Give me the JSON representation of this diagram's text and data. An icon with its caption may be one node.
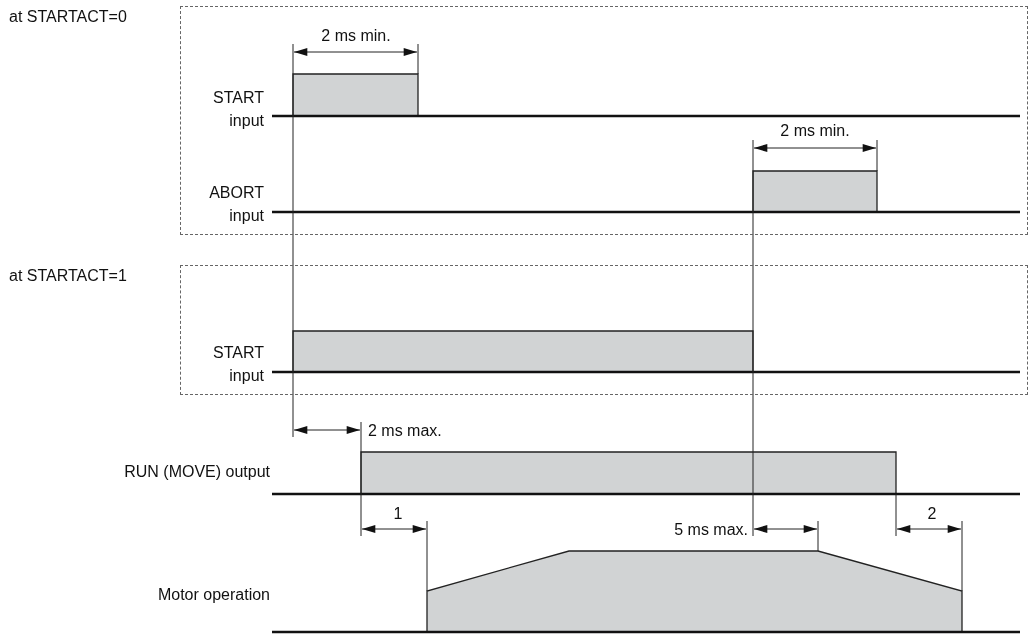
{
  "diagram": {
    "nodes": [
      {
        "text": [
          "at STARTACT=0"
        ]
      },
      {
        "text": [
          "at STARTACT=1"
        ]
      }
    ],
    "labels": [
      "2 ms min.",
      "START input",
      "2 ms min.",
      "ABORT input",
      "START input",
      "2 ms max.",
      "RUN (MOVE) output",
      "1",
      "5 ms max.",
      "2",
      "Motor operation"
    ]
  }
}
